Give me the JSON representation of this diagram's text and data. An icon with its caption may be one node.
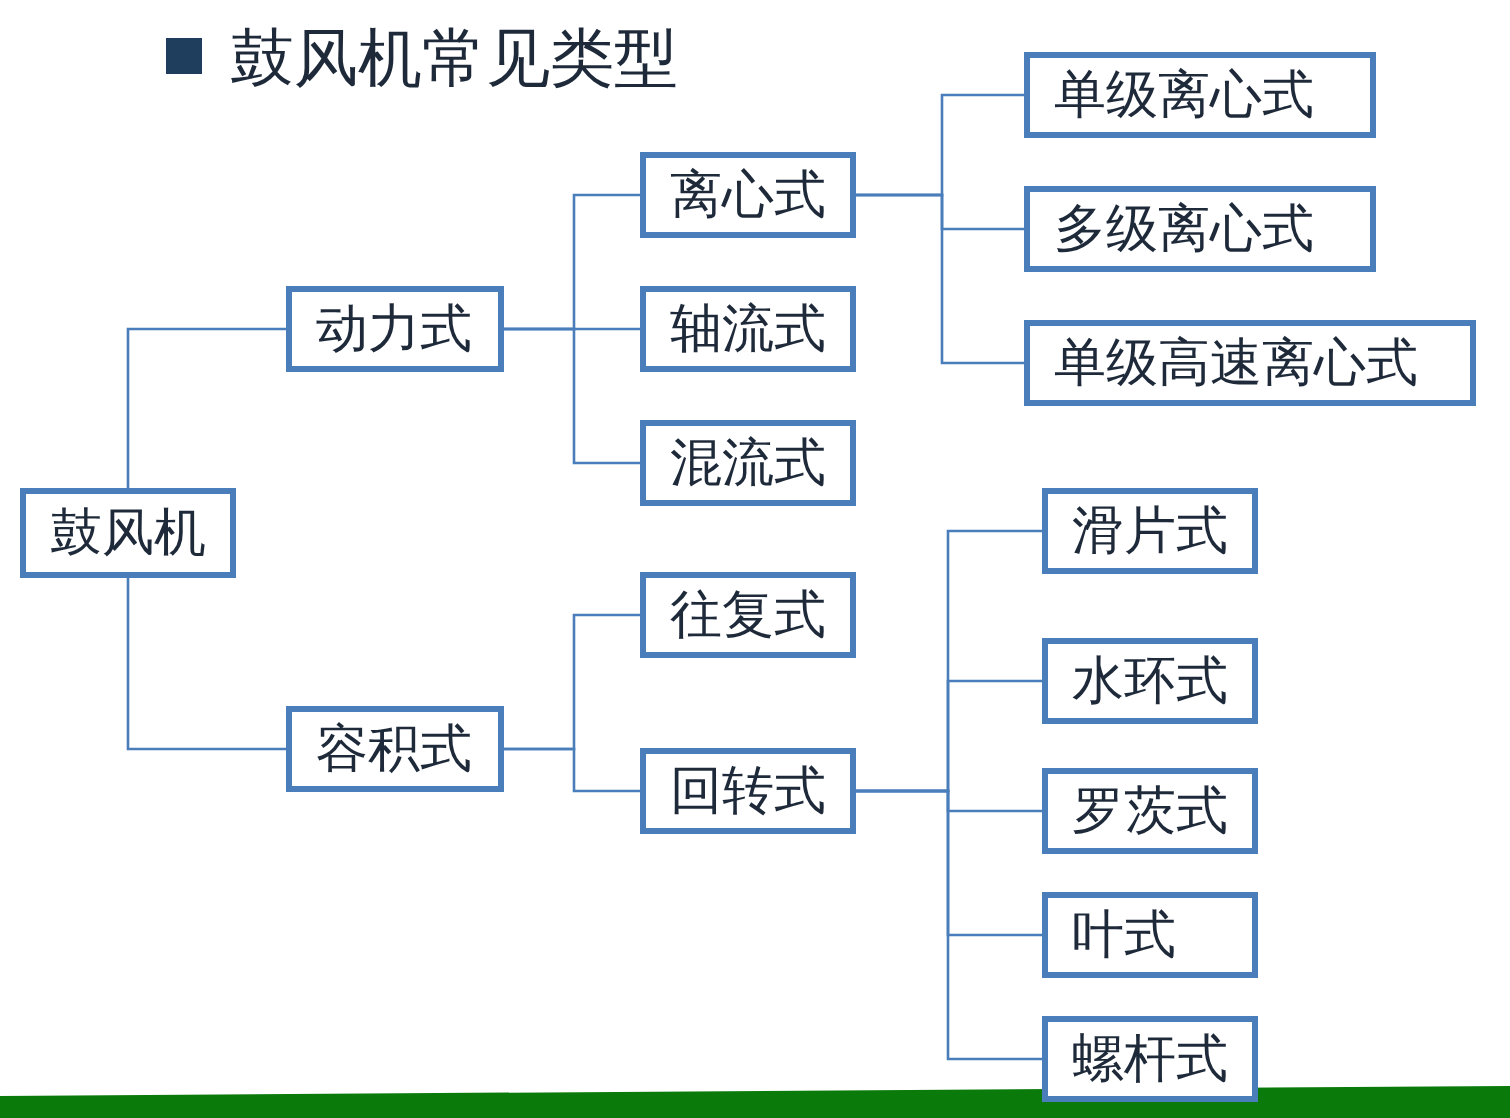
{
  "diagram": {
    "title": "鼓风机常见类型",
    "nodes": [
      {
        "text": [
          "鼓风机"
        ]
      },
      {
        "text": [
          "动力式"
        ]
      },
      {
        "text": [
          "容积式"
        ]
      },
      {
        "text": [
          "离心式"
        ]
      },
      {
        "text": [
          "轴流式"
        ]
      },
      {
        "text": [
          "混流式"
        ]
      },
      {
        "text": [
          "往复式"
        ]
      },
      {
        "text": [
          "回转式"
        ]
      },
      {
        "text": [
          "单级离心式"
        ]
      },
      {
        "text": [
          "多级离心式"
        ]
      },
      {
        "text": [
          "单级高速离心式"
        ]
      },
      {
        "text": [
          "滑片式"
        ]
      },
      {
        "text": [
          "水环式"
        ]
      },
      {
        "text": [
          "罗茨式"
        ]
      },
      {
        "text": [
          "叶式"
        ]
      },
      {
        "text": [
          "螺杆式"
        ]
      }
    ],
    "edges": [
      {
        "from": 0,
        "to": 1,
        "arrow": "none"
      },
      {
        "from": 0,
        "to": 2,
        "arrow": "none"
      },
      {
        "from": 1,
        "to": 3,
        "arrow": "none"
      },
      {
        "from": 1,
        "to": 4,
        "arrow": "none"
      },
      {
        "from": 1,
        "to": 5,
        "arrow": "none"
      },
      {
        "from": 2,
        "to": 6,
        "arrow": "none"
      },
      {
        "from": 2,
        "to": 7,
        "arrow": "none"
      },
      {
        "from": 3,
        "to": 8,
        "arrow": "none"
      },
      {
        "from": 3,
        "to": 9,
        "arrow": "none"
      },
      {
        "from": 3,
        "to": 10,
        "arrow": "none"
      },
      {
        "from": 7,
        "to": 11,
        "arrow": "none"
      },
      {
        "from": 7,
        "to": 12,
        "arrow": "none"
      },
      {
        "from": 7,
        "to": 13,
        "arrow": "none"
      },
      {
        "from": 7,
        "to": 14,
        "arrow": "none"
      },
      {
        "from": 7,
        "to": 15,
        "arrow": "none"
      }
    ]
  }
}
